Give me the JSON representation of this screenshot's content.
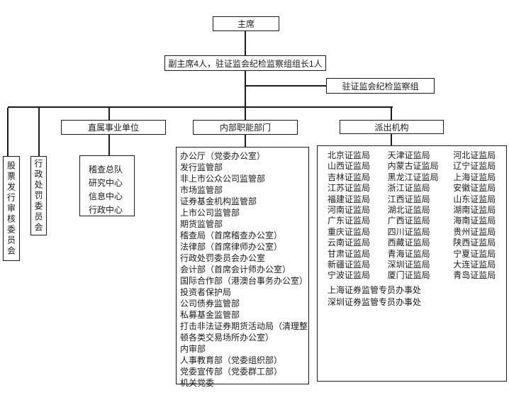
{
  "org": {
    "chairman": "主席",
    "vice_chairman": "副主席4人，驻证监会纪检监察组组长1人",
    "discipline_group": "驻证监会纪检监察组",
    "committees": [
      "股票发行审核委员会",
      "行政处罚委员会"
    ],
    "branch_institutions": {
      "label": "直属事业单位",
      "items": [
        "稽查总队",
        "研究中心",
        "信息中心",
        "行政中心"
      ]
    },
    "branch_departments": {
      "label": "内部职能部门",
      "items": [
        "办公厅（党委办公室）",
        "发行监管部",
        "非上市公众公司监管部",
        "市场监管部",
        "证券基金机构监管部",
        "上市公司监管部",
        "期货监管部",
        "稽查局（首席稽查办公室）",
        "法律部（首席律师办公室）",
        "行政处罚委员会办公室",
        "会计部（首席会计师办公室）",
        "国际合作部（港澳台事务办公室）",
        "投资者保护局",
        "公司债券监管部",
        "私募基金监管部",
        "打击非法证券期货活动局（清理整顿各类交易场所办公室）",
        "内审部",
        "人事教育部（党委组织部）",
        "党委宣传部（党委群工部）",
        "机关党委"
      ]
    },
    "branch_dispatched": {
      "label": "派出机构",
      "bureau_columns": [
        [
          "北京证监局",
          "山西证监局",
          "吉林证监局",
          "江苏证监局",
          "福建证监局",
          "河南证监局",
          "广东证监局",
          "重庆证监局",
          "云南证监局",
          "甘肃证监局",
          "新疆证监局",
          "宁波证监局"
        ],
        [
          "天津证监局",
          "内蒙古证监局",
          "黑龙江证监局",
          "浙江证监局",
          "江西证监局",
          "湖北证监局",
          "广西证监局",
          "四川证监局",
          "西藏证监局",
          "青海证监局",
          "深圳证监局",
          "厦门证监局"
        ],
        [
          "河北证监局",
          "辽宁证监局",
          "上海证监局",
          "安徽证监局",
          "山东证监局",
          "湖南证监局",
          "海南证监局",
          "贵州证监局",
          "陕西证监局",
          "宁夏证监局",
          "大连证监局",
          "青岛证监局"
        ]
      ],
      "offices": [
        "上海证券监管专员办事处",
        "深圳证券监管专员办事处"
      ]
    },
    "colors": {
      "line": "#1a1a1a",
      "background": "#ffffff",
      "text": "#1a1a1a"
    }
  }
}
